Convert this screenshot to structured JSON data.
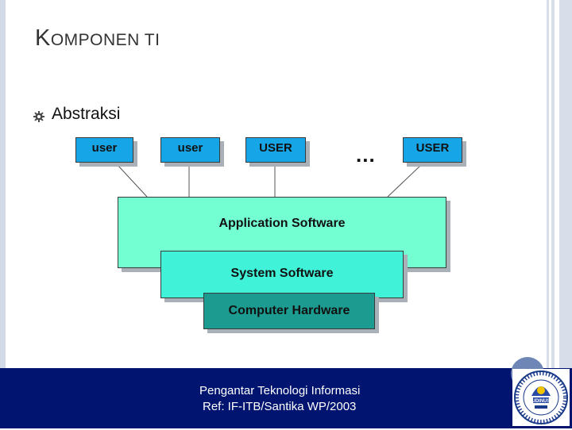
{
  "slide": {
    "title_cap": "K",
    "title_rest": "OMPONEN TI",
    "bullet_text": "Abstraksi"
  },
  "diagram": {
    "users": [
      "user",
      "user",
      "USER",
      "USER"
    ],
    "ellipsis": "...",
    "layers": {
      "application": "Application Software",
      "system": "System Software",
      "hardware": "Computer Hardware"
    }
  },
  "footer": {
    "line1": "Pengantar Teknologi Informasi",
    "line2": "Ref: IF-ITB/Santika WP/2003"
  },
  "logo": {
    "text": "UDINUS",
    "ring_text": "UNIVERSITAS DIAN NUSWANTORO SEMARANG"
  },
  "colors": {
    "user_box": "#16a6e8",
    "application": "#73ffd2",
    "system": "#3ff2d8",
    "hardware": "#1c9c90",
    "footer": "#001470"
  }
}
